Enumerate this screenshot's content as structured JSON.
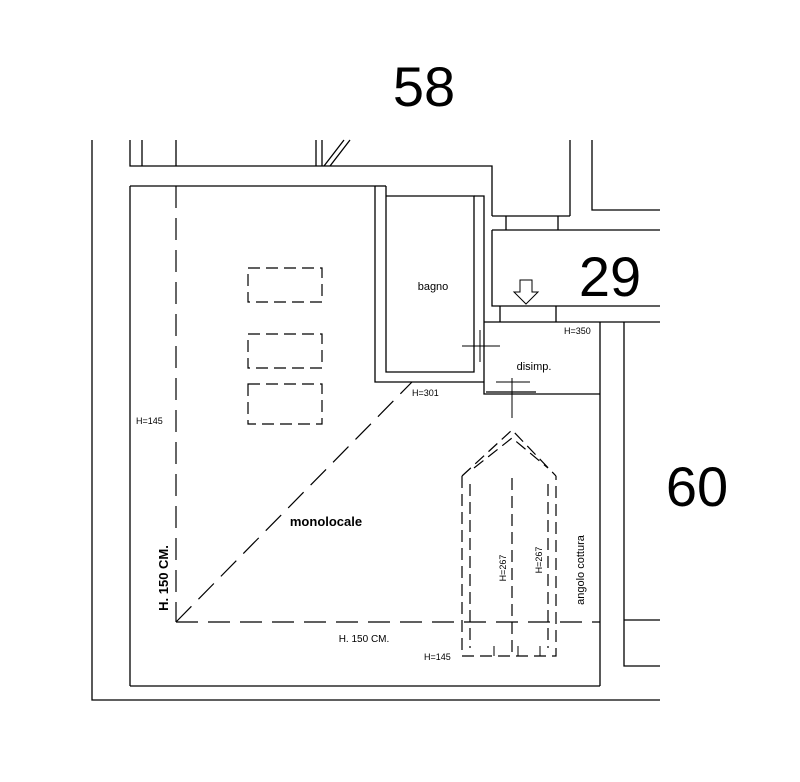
{
  "unit_numbers": {
    "top": "58",
    "middle": "29",
    "right": "60"
  },
  "rooms": {
    "bagno": "bagno",
    "disimpegno": "disimp.",
    "monolocale": "monolocale",
    "angolo_cottura": "angolo cottura"
  },
  "heights": {
    "left_wall": "H=145",
    "bottom_wall": "H=145",
    "bath_corner": "H=301",
    "disimp_corner": "H=350",
    "kitchen_left": "H=267",
    "kitchen_right": "H=267",
    "slope_vertical": "H. 150 CM.",
    "slope_horizontal": "H. 150 CM."
  }
}
